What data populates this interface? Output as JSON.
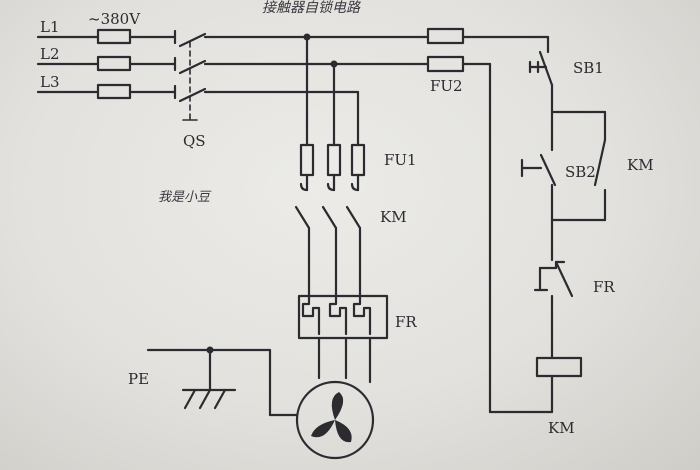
{
  "title": "接触器自锁电路",
  "labels": {
    "l1": "L1",
    "l2": "L2",
    "l3": "L3",
    "voltage": "~380V",
    "qs": "QS",
    "fu1": "FU1",
    "fu2": "FU2",
    "km_main": "KM",
    "fr_main": "FR",
    "pe": "PE",
    "sb1": "SB1",
    "sb2": "SB2",
    "km_aux": "KM",
    "fr_ctrl": "FR",
    "km_coil": "KM"
  },
  "note": "我是小豆"
}
